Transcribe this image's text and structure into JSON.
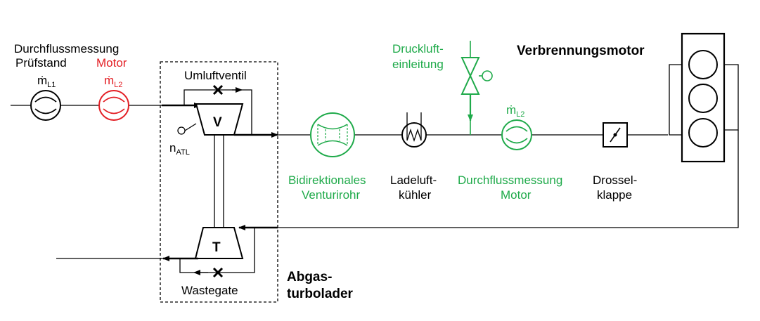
{
  "colors": {
    "black": "#000000",
    "green": "#1faa4a",
    "red": "#e31e24"
  },
  "labels": {
    "flow_meter_title": "Durchflussmessung",
    "test_bench": "Prüfstand",
    "engine_red": "Motor",
    "mdot_l1_base": "ṁ",
    "mdot_l1_sub": "L1",
    "mdot_l2_red_base": "ṁ",
    "mdot_l2_red_sub": "L2",
    "bypass_valve": "Umluftventil",
    "compressor": "V",
    "turbine": "T",
    "n_atl_base": "n",
    "n_atl_sub": "ATL",
    "wastegate": "Wastegate",
    "turbocharger_1": "Abgas-",
    "turbocharger_2": "turbolader",
    "compressed_air_1": "Druckluft-",
    "compressed_air_2": "einleitung",
    "engine_title": "Verbrennungsmotor",
    "mdot_l2_green_base": "ṁ",
    "mdot_l2_green_sub": "L2",
    "venturi_1": "Bidirektionales",
    "venturi_2": "Venturirohr",
    "intercooler_1": "Ladeluft-",
    "intercooler_2": "kühler",
    "flow_meter_engine_1": "Durchflussmessung",
    "flow_meter_engine_2": "Motor",
    "throttle_1": "Drossel-",
    "throttle_2": "klappe"
  }
}
